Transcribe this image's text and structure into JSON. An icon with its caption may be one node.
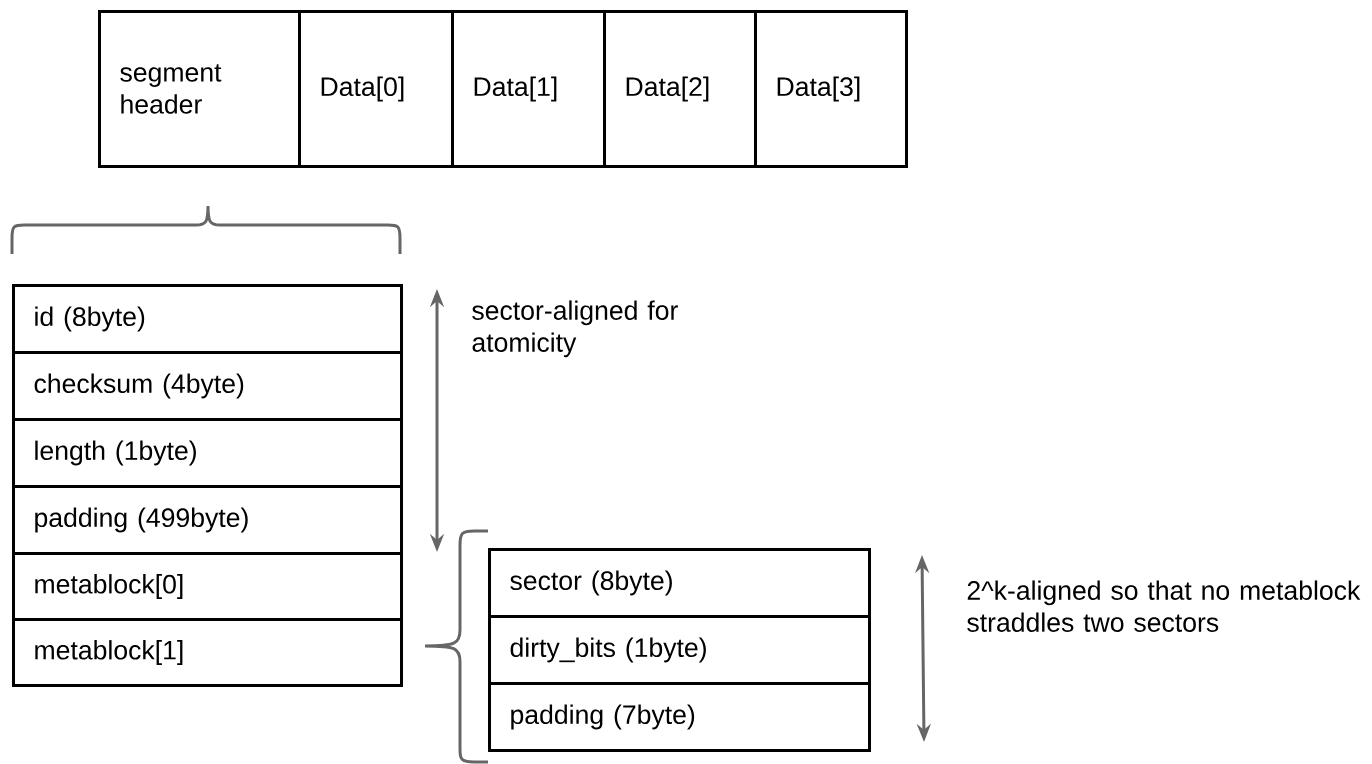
{
  "diagram": {
    "nodes": [
      {
        "text": [
          "segment header"
        ]
      },
      {
        "text": [
          "Data[0]"
        ]
      },
      {
        "text": [
          "Data[1]"
        ]
      },
      {
        "text": [
          "Data[2]"
        ]
      },
      {
        "text": [
          "Data[3]"
        ]
      },
      {
        "text": [
          "id (8byte)"
        ]
      },
      {
        "text": [
          "checksum (4byte)"
        ]
      },
      {
        "text": [
          "length (1byte)"
        ]
      },
      {
        "text": [
          "padding (499byte)"
        ]
      },
      {
        "text": [
          "metablock[0]"
        ]
      },
      {
        "text": [
          "metablock[1]"
        ]
      },
      {
        "text": [
          "sector (8byte)"
        ]
      },
      {
        "text": [
          "dirty_bits (1byte)"
        ]
      },
      {
        "text": [
          "padding (7byte)"
        ]
      }
    ],
    "labels": [
      "sector-aligned for atomicity",
      "2^k-aligned so that no metablock straddles two sectors"
    ]
  }
}
